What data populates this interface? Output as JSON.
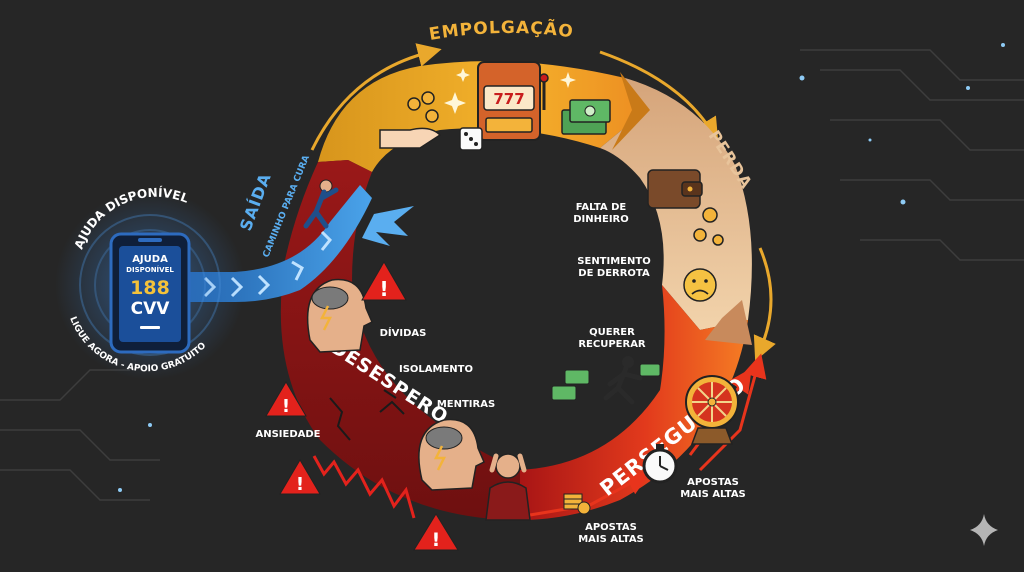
{
  "stages": {
    "empolgacao": "EMPOLGAÇÃO",
    "perda": "PERDA",
    "perseguicao": "PERSEGUIÇÃO",
    "desespero": "DESESPERO",
    "saida": "SAÍDA",
    "saida_sub": "CAMINHO PARA CURA"
  },
  "help": {
    "title": "AJUDA DISPONÍVEL",
    "phone_line1": "AJUDA",
    "phone_line2": "DISPONÍVEL",
    "number": "188",
    "service": "CVV",
    "footer": "LIGUE AGORA - APOIO GRATUITO"
  },
  "perda_labels": {
    "falta_1": "FALTA DE",
    "falta_2": "DINHEIRO",
    "derrota_1": "SENTIMENTO",
    "derrota_2": "DE DERROTA"
  },
  "perseguicao_labels": {
    "recuperar_1": "QUERER",
    "recuperar_2": "RECUPERAR",
    "apostas_a_1": "APOSTAS",
    "apostas_a_2": "MAIS ALTAS",
    "apostas_b_1": "APOSTAS",
    "apostas_b_2": "MAIS ALTAS"
  },
  "desespero_labels": {
    "dividas": "DÍVIDAS",
    "isolamento": "ISOLAMENTO",
    "mentiras": "MENTIRAS",
    "ansiedade": "ANSIEDADE"
  },
  "slot_digits": "777",
  "icons": [
    "slot-machine-icon",
    "dice-icon",
    "money-hand-icon",
    "cash-icon",
    "sparkle-icon",
    "wallet-icon",
    "coin-icon",
    "sad-face-icon",
    "running-man-icon",
    "wheel-of-fortune-icon",
    "stopwatch-icon",
    "storm-head-icon",
    "warning-icon",
    "phone-icon",
    "climber-icon",
    "despair-man-icon",
    "lightning-icon",
    "ai-sparkle-icon"
  ],
  "colors": {
    "background": "#262626",
    "empolgacao": "#f2a626",
    "perda": "#e8c49b",
    "perseguicao": "#e2341c",
    "desespero": "#8d1616",
    "help_blue": "#2e7fd6",
    "warning": "#e3221c"
  }
}
